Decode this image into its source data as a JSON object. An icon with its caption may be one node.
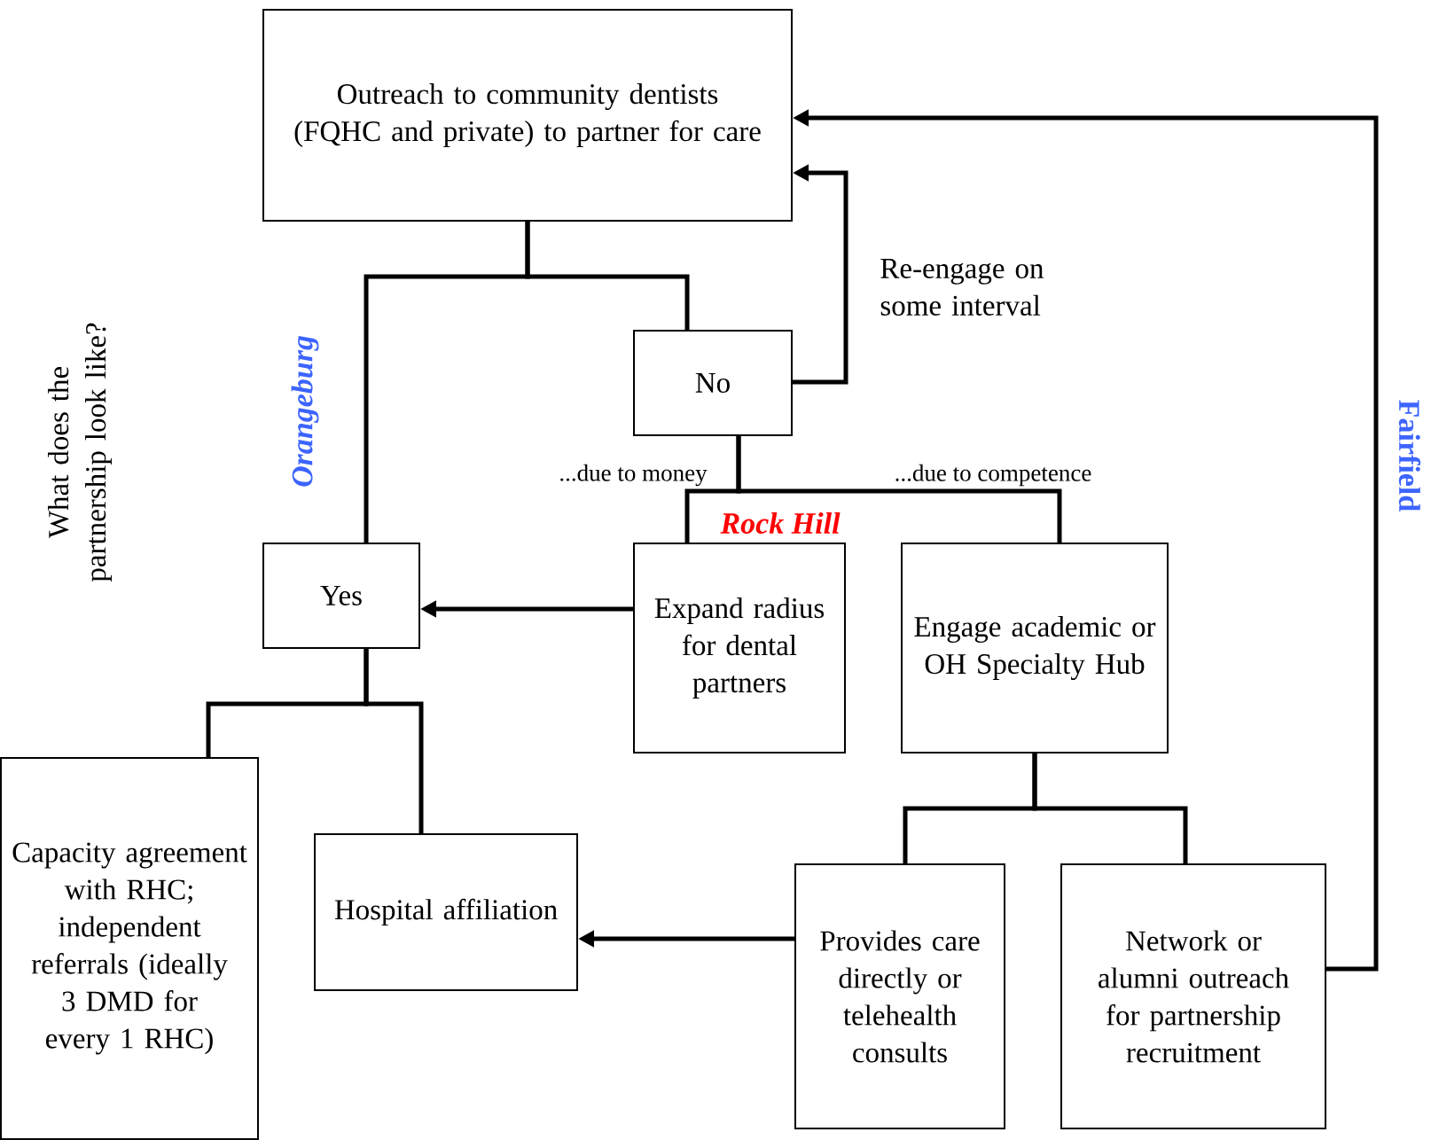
{
  "diagram": {
    "nodes": [
      {
        "text": [
          "Outreach to community dentists (FQHC and private) to partner for care"
        ]
      },
      {
        "text": [
          "No"
        ]
      },
      {
        "text": [
          "Yes"
        ]
      },
      {
        "text": [
          "Expand radius for dental partners"
        ]
      },
      {
        "text": [
          "Engage academic or OH Specialty Hub"
        ]
      },
      {
        "text": [
          "Capacity agreement with RHC; independent referrals (ideally 3 DMD for every 1 RHC)"
        ]
      },
      {
        "text": [
          "Hospital affiliation"
        ]
      },
      {
        "text": [
          "Provides care directly or telehealth consults"
        ]
      },
      {
        "text": [
          "Network or alumni outreach for partnership recruitment"
        ]
      }
    ],
    "edges": [
      {
        "from": 0,
        "to": 2,
        "arrow": "none"
      },
      {
        "from": 0,
        "to": 1,
        "arrow": "none"
      },
      {
        "from": 1,
        "to": 0,
        "arrow": "to",
        "label": "Re-engage on some interval"
      },
      {
        "from": 1,
        "to": 3,
        "arrow": "none",
        "label": "...due to money"
      },
      {
        "from": 1,
        "to": 4,
        "arrow": "none",
        "label": "...due to competence"
      },
      {
        "from": 3,
        "to": 2,
        "arrow": "to"
      },
      {
        "from": 2,
        "to": 5,
        "arrow": "none"
      },
      {
        "from": 2,
        "to": 6,
        "arrow": "none"
      },
      {
        "from": 4,
        "to": 7,
        "arrow": "none"
      },
      {
        "from": 4,
        "to": 8,
        "arrow": "none"
      },
      {
        "from": 7,
        "to": 6,
        "arrow": "to"
      },
      {
        "from": 8,
        "to": 0,
        "arrow": "to"
      }
    ],
    "labels": [
      "What does the partnership look like?",
      "Orangeburg",
      "Rock Hill",
      "Fairfield"
    ]
  }
}
